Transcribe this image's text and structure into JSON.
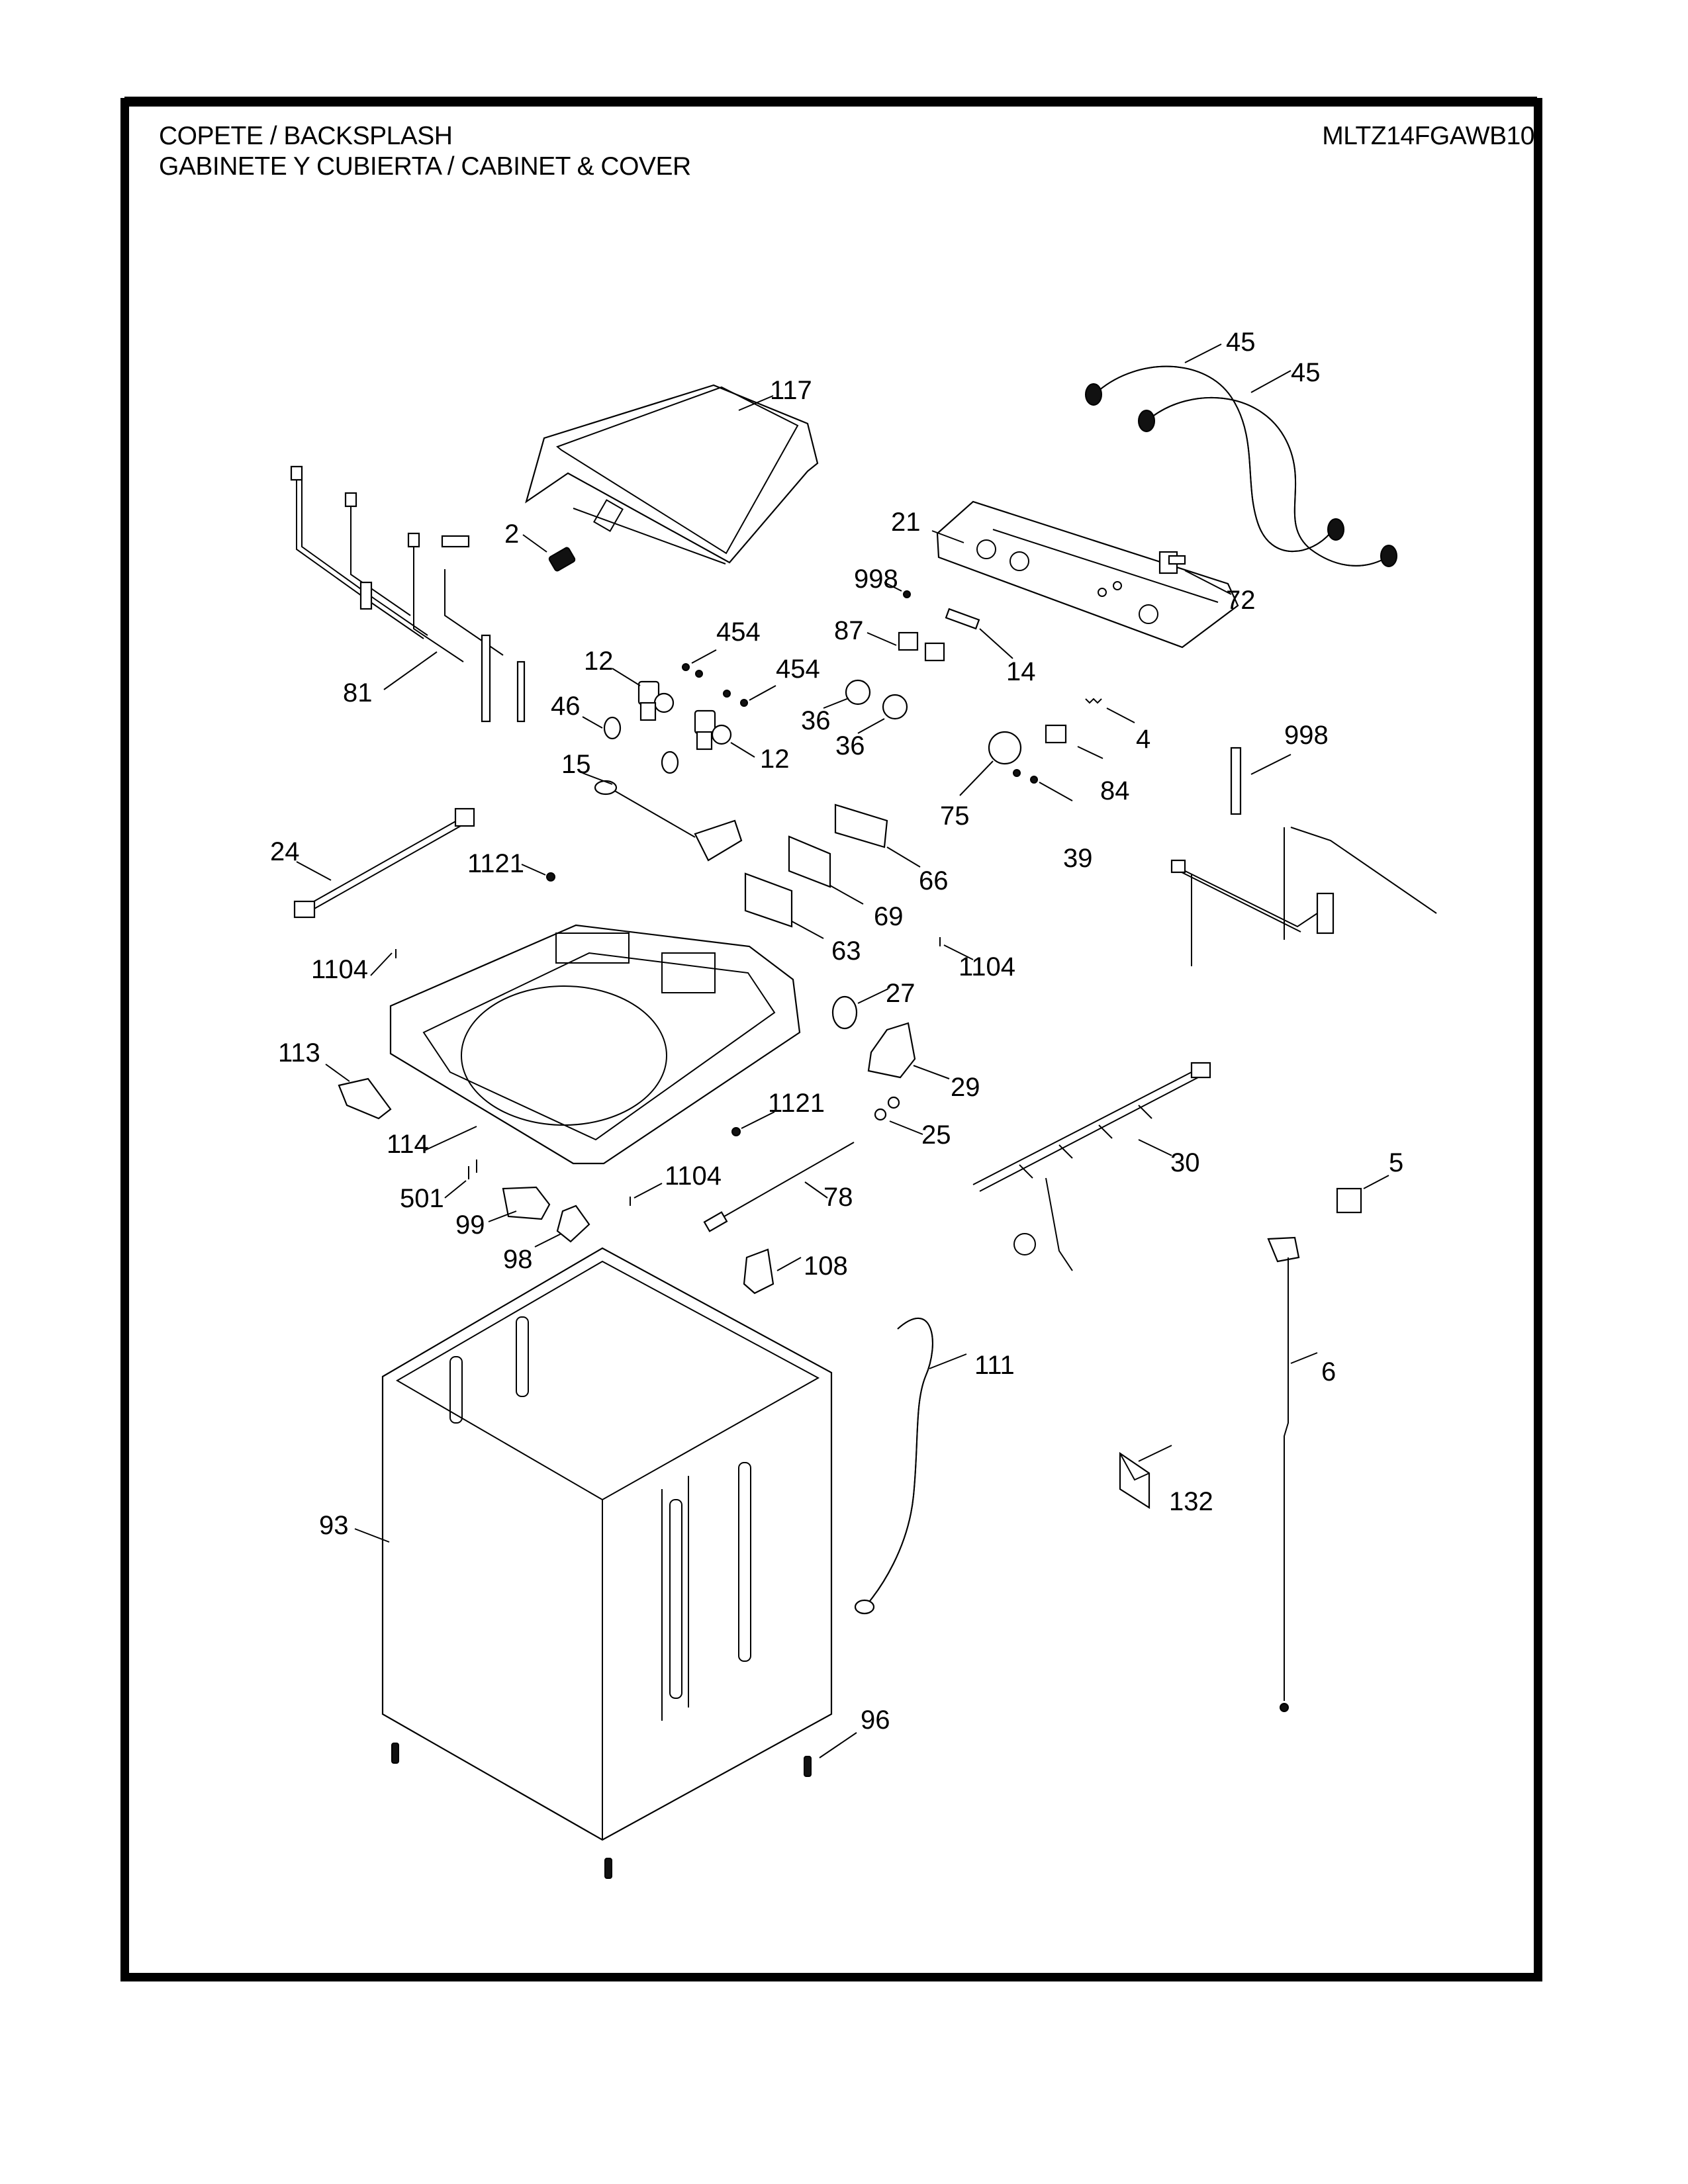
{
  "header": {
    "section_line1": "COPETE / BACKSPLASH",
    "section_line2": "GABINETE Y CUBIERTA / CABINET & COVER",
    "model_number": "MLTZ14FGAWB10"
  },
  "callouts": [
    {
      "id": "c117",
      "label": "117",
      "part": "lid"
    },
    {
      "id": "c2",
      "label": "2",
      "part": "lid-switch-actuator"
    },
    {
      "id": "c81",
      "label": "81",
      "part": "wire-harness"
    },
    {
      "id": "c12a",
      "label": "12",
      "part": "water-valve"
    },
    {
      "id": "c12b",
      "label": "12",
      "part": "water-valve"
    },
    {
      "id": "c46",
      "label": "46",
      "part": "hose-clamp"
    },
    {
      "id": "c454a",
      "label": "454",
      "part": "screw"
    },
    {
      "id": "c454b",
      "label": "454",
      "part": "screw"
    },
    {
      "id": "c45a",
      "label": "45",
      "part": "inlet-hose"
    },
    {
      "id": "c45b",
      "label": "45",
      "part": "inlet-hose"
    },
    {
      "id": "c21",
      "label": "21",
      "part": "backsplash"
    },
    {
      "id": "c72",
      "label": "72",
      "part": "connector"
    },
    {
      "id": "c998a",
      "label": "998",
      "part": "screw"
    },
    {
      "id": "c87",
      "label": "87",
      "part": "switch"
    },
    {
      "id": "c14",
      "label": "14",
      "part": "nameplate"
    },
    {
      "id": "c36a",
      "label": "36",
      "part": "knob"
    },
    {
      "id": "c36b",
      "label": "36",
      "part": "knob"
    },
    {
      "id": "c4",
      "label": "4",
      "part": "spring"
    },
    {
      "id": "c84",
      "label": "84",
      "part": "switch"
    },
    {
      "id": "c75",
      "label": "75",
      "part": "wire-harness"
    },
    {
      "id": "c39",
      "label": "39",
      "part": "knob"
    },
    {
      "id": "c998b",
      "label": "998",
      "part": "screw"
    },
    {
      "id": "c15",
      "label": "15",
      "part": "fill-hose"
    },
    {
      "id": "c24",
      "label": "24",
      "part": "harness"
    },
    {
      "id": "c1121a",
      "label": "1121",
      "part": "screw"
    },
    {
      "id": "c66",
      "label": "66",
      "part": "bracket"
    },
    {
      "id": "c69",
      "label": "69",
      "part": "control-board"
    },
    {
      "id": "c63",
      "label": "63",
      "part": "board-cover"
    },
    {
      "id": "c1104a",
      "label": "1104",
      "part": "screw"
    },
    {
      "id": "c1104b",
      "label": "1104",
      "part": "screw"
    },
    {
      "id": "c27",
      "label": "27",
      "part": "pressure-switch"
    },
    {
      "id": "c113",
      "label": "113",
      "part": "hinge"
    },
    {
      "id": "c29",
      "label": "29",
      "part": "bracket"
    },
    {
      "id": "c1121b",
      "label": "1121",
      "part": "screw"
    },
    {
      "id": "c25",
      "label": "25",
      "part": "grommet"
    },
    {
      "id": "c114",
      "label": "114",
      "part": "top-cover"
    },
    {
      "id": "c30",
      "label": "30",
      "part": "wire-harness"
    },
    {
      "id": "c5",
      "label": "5",
      "part": "connector"
    },
    {
      "id": "c1104c",
      "label": "1104",
      "part": "screw"
    },
    {
      "id": "c501",
      "label": "501",
      "part": "screw"
    },
    {
      "id": "c78",
      "label": "78",
      "part": "rod"
    },
    {
      "id": "c99",
      "label": "99",
      "part": "lid-lock"
    },
    {
      "id": "c98",
      "label": "98",
      "part": "bracket"
    },
    {
      "id": "c108",
      "label": "108",
      "part": "bracket"
    },
    {
      "id": "c111",
      "label": "111",
      "part": "drain-hose"
    },
    {
      "id": "c6",
      "label": "6",
      "part": "power-cord"
    },
    {
      "id": "c93",
      "label": "93",
      "part": "cabinet"
    },
    {
      "id": "c132",
      "label": "132",
      "part": "literature-packet"
    },
    {
      "id": "c96",
      "label": "96",
      "part": "leveling-foot"
    }
  ]
}
